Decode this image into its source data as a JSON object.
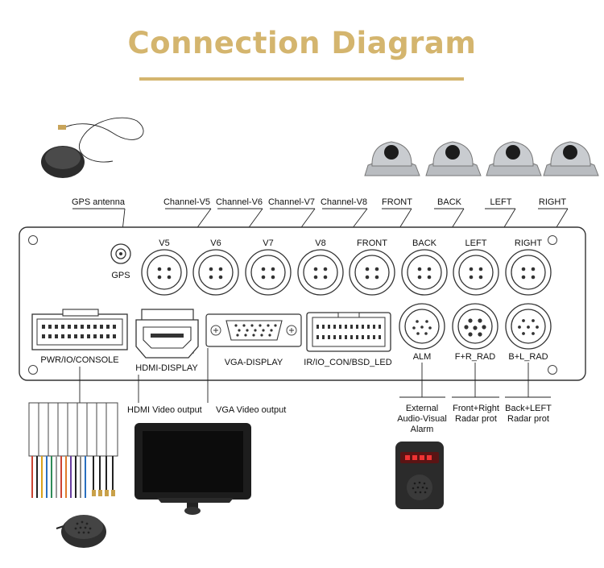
{
  "title": "Connection Diagram",
  "top_labels": {
    "gps": "GPS antenna",
    "v5": "Channel-V5",
    "v6": "Channel-V6",
    "v7": "Channel-V7",
    "v8": "Channel-V8",
    "front": "FRONT",
    "back": "BACK",
    "left": "LEFT",
    "right": "RIGHT"
  },
  "panel_labels": {
    "gps": "GPS",
    "v5": "V5",
    "v6": "V6",
    "v7": "V7",
    "v8": "V8",
    "front": "FRONT",
    "back": "BACK",
    "left": "LEFT",
    "right": "RIGHT",
    "pwr": "PWR/IO/CONSOLE",
    "hdmi": "HDMI-DISPLAY",
    "vga": "VGA-DISPLAY",
    "ir": "IR/IO_CON/BSD_LED",
    "alm": "ALM",
    "frrad": "F+R_RAD",
    "blrad": "B+L_RAD"
  },
  "bottom_labels": {
    "hdmi_out": "HDMI Video output",
    "vga_out": "VGA Video output",
    "alarm_1": "External",
    "alarm_2": "Audio-Visual",
    "alarm_3": "Alarm",
    "fr_1": "Front+Right",
    "fr_2": "Radar prot",
    "bl_1": "Back+LEFT",
    "bl_2": "Radar prot"
  }
}
